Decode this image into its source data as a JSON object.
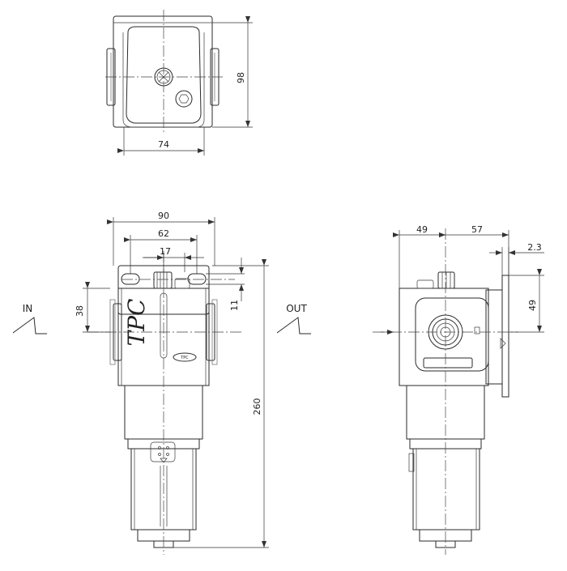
{
  "labels": {
    "inlet": "IN",
    "outlet": "OUT",
    "brand": "TPC",
    "badge": "TPC"
  },
  "dimensions": {
    "top_height": "98",
    "top_width": "74",
    "overall_width": "90",
    "mount_hole_spacing": "62",
    "gauge_offset": "17",
    "bracket_slot": "11",
    "port_height": "38",
    "overall_height": "260",
    "side_left": "49",
    "side_right": "57",
    "bracket_thickness": "2.3",
    "side_bracket_height": "49"
  },
  "colors": {
    "line": "#2a2a2a",
    "background": "#ffffff"
  }
}
